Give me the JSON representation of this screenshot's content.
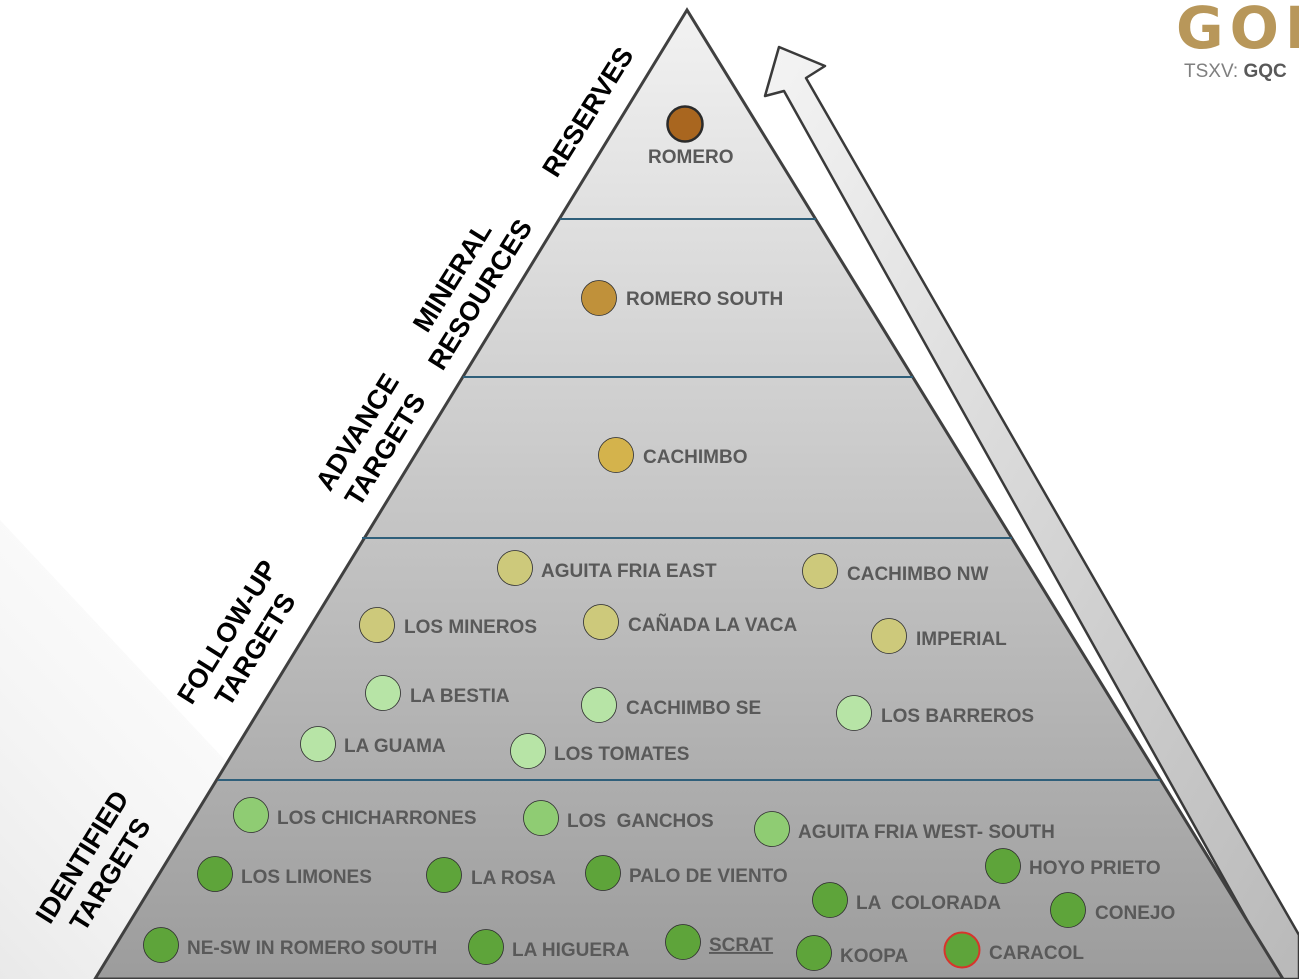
{
  "logo": {
    "mark": "GOI",
    "ticker_prefix": "TSXV: ",
    "ticker_symbol": "GQC",
    "color": "#b8975a"
  },
  "tiers": [
    {
      "label": "RESERVES"
    },
    {
      "label": "MINERAL",
      "label2": "RESOURCES"
    },
    {
      "label": "ADVANCE",
      "label2": "TARGETS"
    },
    {
      "label": "FOLLOW-UP",
      "label2": "TARGETS"
    },
    {
      "label": "IDENTIFIED",
      "label2": "TARGETS"
    }
  ],
  "colors": {
    "reserves": "#a9661f",
    "resources": "#c0913a",
    "advance": "#d4b34c",
    "followup_a": "#cdc97b",
    "followup_b": "#b7e4a6",
    "identified_light": "#8fcc73",
    "identified_dark": "#5ea43a",
    "caracol_ring": "#d8342b",
    "tier_line": "#2f5f7a"
  },
  "targets": [
    {
      "name": "ROMERO",
      "tone": "reserves"
    },
    {
      "name": "ROMERO SOUTH",
      "tone": "resources"
    },
    {
      "name": "CACHIMBO",
      "tone": "advance"
    },
    {
      "name": "AGUITA FRIA EAST",
      "tone": "followup_a"
    },
    {
      "name": "CACHIMBO NW",
      "tone": "followup_a"
    },
    {
      "name": "LOS MINEROS",
      "tone": "followup_a"
    },
    {
      "name": "CAÑADA LA VACA",
      "tone": "followup_a"
    },
    {
      "name": "IMPERIAL",
      "tone": "followup_a"
    },
    {
      "name": "LA BESTIA",
      "tone": "followup_b"
    },
    {
      "name": "CACHIMBO SE",
      "tone": "followup_b"
    },
    {
      "name": "LOS BARREROS",
      "tone": "followup_b"
    },
    {
      "name": "LA GUAMA",
      "tone": "followup_b"
    },
    {
      "name": "LOS TOMATES",
      "tone": "followup_b"
    },
    {
      "name": "LOS CHICHARRONES",
      "tone": "identified_light"
    },
    {
      "name": "LOS  GANCHOS",
      "tone": "identified_light"
    },
    {
      "name": "AGUITA FRIA WEST- SOUTH",
      "tone": "identified_light"
    },
    {
      "name": "LOS LIMONES",
      "tone": "identified_dark"
    },
    {
      "name": "LA ROSA",
      "tone": "identified_dark"
    },
    {
      "name": "PALO DE VIENTO",
      "tone": "identified_dark"
    },
    {
      "name": "HOYO PRIETO",
      "tone": "identified_dark"
    },
    {
      "name": "LA  COLORADA",
      "tone": "identified_dark"
    },
    {
      "name": "CONEJO",
      "tone": "identified_dark"
    },
    {
      "name": "NE-SW IN ROMERO SOUTH",
      "tone": "identified_dark"
    },
    {
      "name": "LA HIGUERA",
      "tone": "identified_dark"
    },
    {
      "name": "SCRAT",
      "tone": "identified_dark",
      "underline": true
    },
    {
      "name": "KOOPA",
      "tone": "identified_dark"
    },
    {
      "name": "CARACOL",
      "tone": "identified_dark",
      "ring": "caracol_ring"
    }
  ]
}
